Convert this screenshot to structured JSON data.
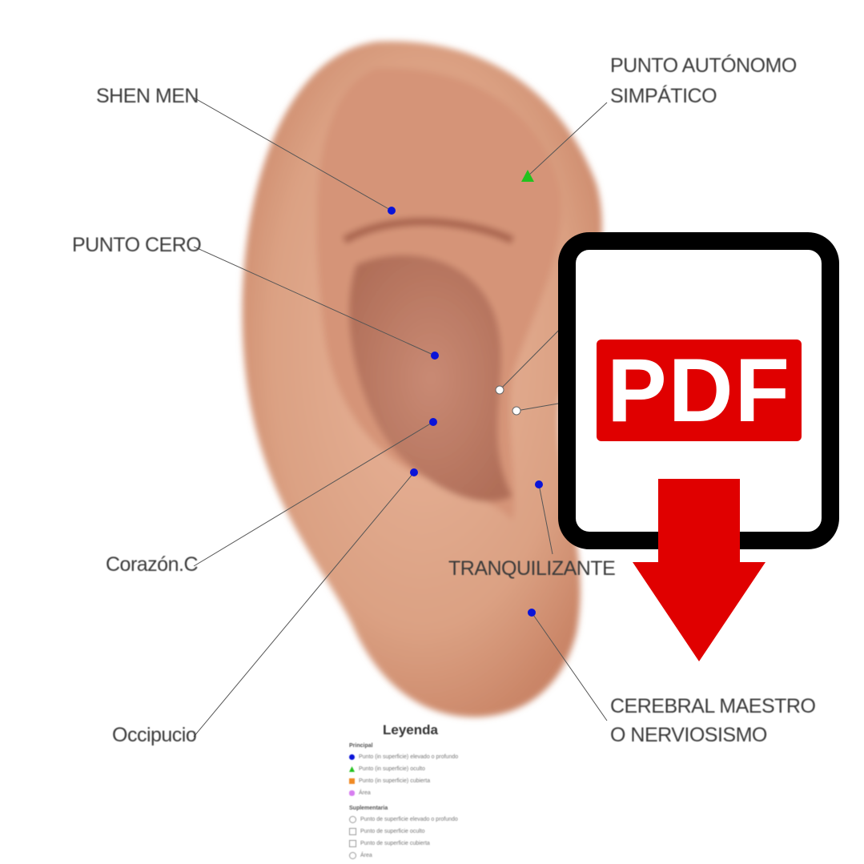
{
  "labels": {
    "shen_men": "SHEN MEN",
    "punto_autonomo_1": "PUNTO AUTÓNOMO",
    "punto_autonomo_2": "SIMPÁTICO",
    "punto_cero": "PUNTO CERO",
    "corazon": "Corazón.C",
    "occipucio": "Occipucio",
    "tranquilizante": "TRANQUILIZANTE",
    "cerebral_1": "CEREBRAL MAESTRO",
    "cerebral_2": "O NERVIOSISMO"
  },
  "legend": {
    "title": "Leyenda",
    "principal": "Principal",
    "principal_items": [
      "Punto (in superficie) elevado o profundo",
      "Punto (in superficie) oculto",
      "Punto (in superficie) cubierta",
      "Área"
    ],
    "suplementaria": "Suplementaria",
    "suplementaria_items": [
      "Punto de superficie elevado o profundo",
      "Punto de superficie oculto",
      "Punto de superficie cubierta",
      "Área"
    ]
  },
  "pdf_badge": "PDF",
  "colors": {
    "point_blue": "#0a14d8",
    "point_green": "#22c21e",
    "pdf_red": "#e00000",
    "skin": "#dba183"
  }
}
